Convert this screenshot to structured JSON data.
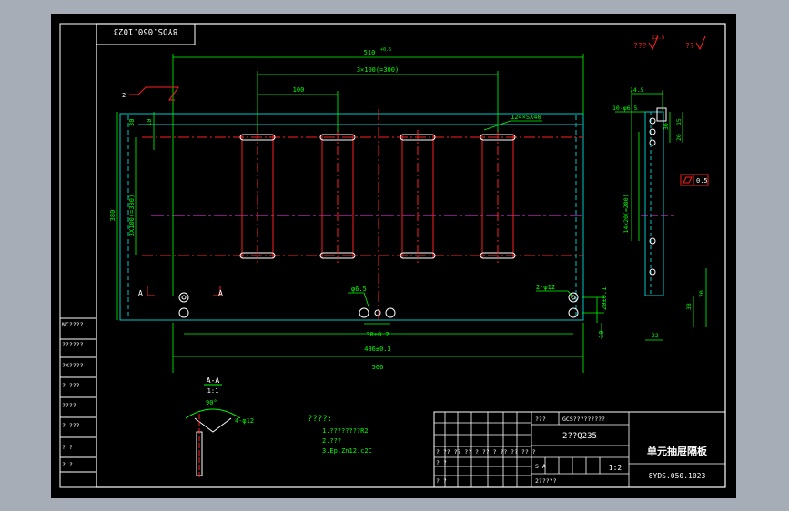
{
  "drawing_number_box": "8YDS.050.1023",
  "roughness": {
    "label_left": "???",
    "value": "12.5",
    "label_right": "??"
  },
  "dimensions": {
    "overall_top": "510",
    "overall_top_tol": "+0.5",
    "spacing_3x100": "3×100(=300)",
    "pitch_100": "100",
    "left_30": "30",
    "left_10": "10",
    "vert_3x100": "3X100(=300)",
    "height_380": "380",
    "slot_label": "124×SX40",
    "leader_2": "2",
    "hole_65": "φ6.5",
    "dim_30": "30±0.2",
    "dim_486": "486±0.3",
    "dim_506": "506",
    "holes_2x12": "2-φ12",
    "dim_20": "20±0.1",
    "dim_10": "10",
    "section_mark": "A"
  },
  "side_view": {
    "dim_145": "14.5",
    "hole_label": "10-φ6.5",
    "dim_30": "30",
    "dim_20": "20",
    "dim_15": "15",
    "dim_14x20": "14x20(=280)",
    "flatness": "0.5",
    "dim_70": "70",
    "dim_38": "38",
    "dim_22": "22"
  },
  "section_view": {
    "title": "A-A",
    "scale": "1:1",
    "angle": "90°",
    "holes": "4-φ12"
  },
  "notes": {
    "title": "????:",
    "items": [
      "1.????????R2",
      "2.???",
      "3.Ep.Zn12.c2C"
    ]
  },
  "left_column": [
    "NC????",
    "??????",
    "?X????",
    "? ???",
    "????",
    "? ???",
    "?  ?",
    "?  ?"
  ],
  "title_block": {
    "header_left": "???",
    "header_code": "GCS?????????",
    "material": "2??Q235",
    "part_name": "单元抽屉隔板",
    "drawing_number": "8YDS.050.1023",
    "scale": "1:2",
    "marks": "S A",
    "footer": "2?????",
    "grid_row1": "? ?? ?? ?? ? ?? ? ?? ?? ?? ?",
    "grid_row2": "? ?",
    "grid_row3": "? ?"
  }
}
